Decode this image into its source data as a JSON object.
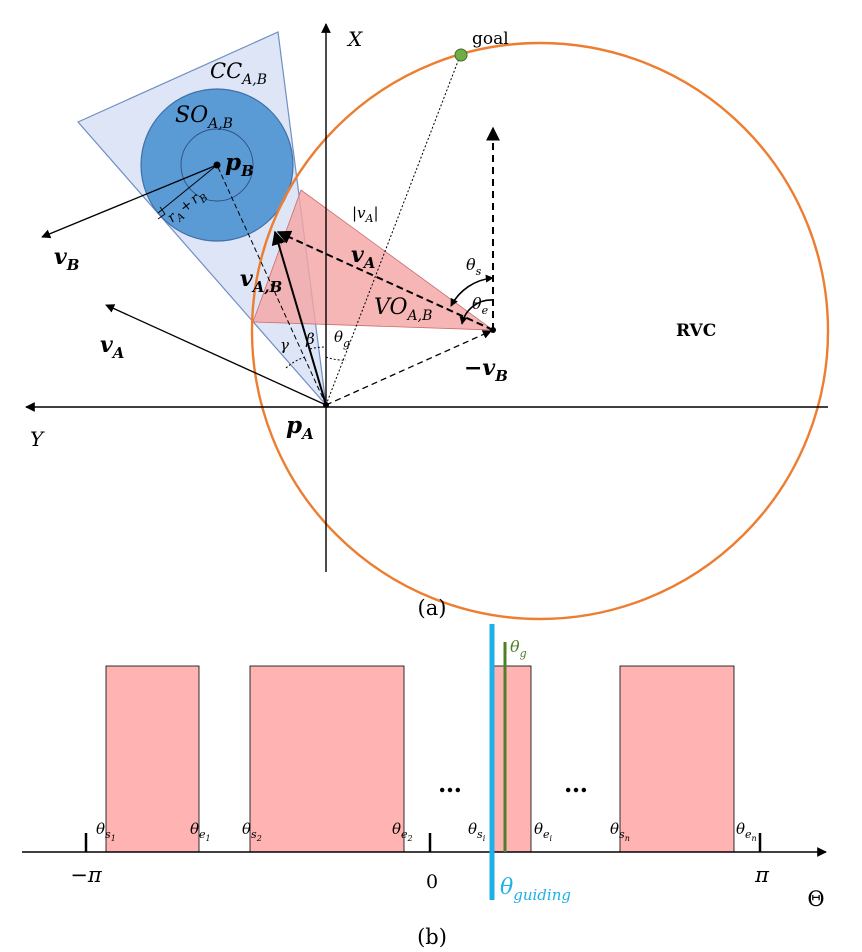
{
  "panel_a": {
    "caption": "(a)",
    "axis_x": "X",
    "axis_y": "Y",
    "goal": "goal",
    "rvc": "RVC",
    "cc": {
      "main": "CC",
      "sub": "A,B"
    },
    "so": {
      "main": "SO",
      "sub": "A,B"
    },
    "vo": {
      "main": "VO",
      "sub": "A,B"
    },
    "pB": {
      "main": "p",
      "sub": "B"
    },
    "pA": {
      "main": "p",
      "sub": "A"
    },
    "vB": {
      "main": "v",
      "sub": "B"
    },
    "vA_left": {
      "main": "v",
      "sub": "A"
    },
    "vA_inner": {
      "main": "v",
      "sub": "A"
    },
    "vAB": {
      "main": "v",
      "sub": "A,B"
    },
    "neg_vB": {
      "main": "−v",
      "sub": "B"
    },
    "abs_vA": {
      "main": "|v",
      "sub": "A",
      "post": "|"
    },
    "theta_s": {
      "main": "θ",
      "sub": "s"
    },
    "theta_e": {
      "main": "θ",
      "sub": "e"
    },
    "theta_g": {
      "main": "θ",
      "sub": "g"
    },
    "beta": "β",
    "gamma": "γ",
    "radius": {
      "r1": "r",
      "s1": "A",
      "plus": "+",
      "r2": "r",
      "s2": "B"
    }
  },
  "panel_b": {
    "caption": "(b)",
    "axis_label": "Θ",
    "neg_pi": "−π",
    "zero": "0",
    "pi": "π",
    "dots1": "…",
    "dots2": "…",
    "guiding": {
      "main": "θ",
      "sub": "guiding"
    },
    "theta_g": {
      "main": "θ",
      "sub": "g"
    },
    "labels": [
      {
        "main": "θ",
        "sub": "s",
        "subsub": "1"
      },
      {
        "main": "θ",
        "sub": "e",
        "subsub": "1"
      },
      {
        "main": "θ",
        "sub": "s",
        "subsub": "2"
      },
      {
        "main": "θ",
        "sub": "e",
        "subsub": "2"
      },
      {
        "main": "θ",
        "sub": "s",
        "subsub": "i"
      },
      {
        "main": "θ",
        "sub": "e",
        "subsub": "i"
      },
      {
        "main": "θ",
        "sub": "s",
        "subsub": "n"
      },
      {
        "main": "θ",
        "sub": "e",
        "subsub": "n"
      }
    ]
  },
  "colors": {
    "cone_fill": "#dbe4f5",
    "cone_stroke": "#6f8fc6",
    "so_fill": "#5b9bd5",
    "so_stroke": "#3f6fa8",
    "vo_fill": "#f4a6a6",
    "rvc": "#ed7d31",
    "goal": "#70ad47",
    "bar_fill": "#ffb3b3",
    "guiding": "#1fb0e8",
    "theta_g_line": "#4e7f2a"
  }
}
